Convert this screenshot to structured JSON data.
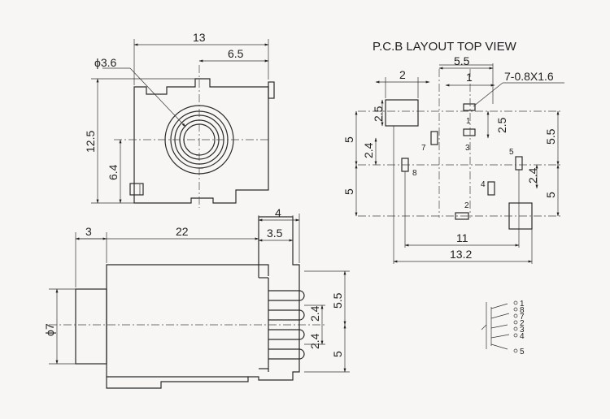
{
  "title": "P.C.B LAYOUT TOP VIEW",
  "top_view": {
    "width": "13",
    "half_width": "6.5",
    "bore": "ϕ3.6",
    "height": "12.5",
    "center_height": "6.4"
  },
  "side_view": {
    "front_len": "3",
    "body_len": "22",
    "pin_offset": "4",
    "pin_offset2": "3.5",
    "diameter": "ϕ7",
    "pitch_a": "5.5",
    "pitch_b": "2.4",
    "pitch_c": "2.4",
    "pitch_d": "5"
  },
  "pcb": {
    "w2": "2",
    "w55": "5.5",
    "w1": "1",
    "holes": "7-0.8X1.6",
    "h25a": "2.5",
    "h25b": "2.5",
    "h55": "5.5",
    "h5a": "5",
    "h24a": "2.4",
    "h5b": "5",
    "h24b": "2.4",
    "h5c": "5",
    "w11": "11",
    "w132": "13.2"
  },
  "pins": {
    "p1": "1",
    "p2": "2",
    "p3": "3",
    "p4": "4",
    "p5": "5",
    "p7": "7",
    "p8": "8"
  },
  "schematic": [
    "1",
    "8",
    "7",
    "2",
    "3",
    "4",
    "5"
  ]
}
